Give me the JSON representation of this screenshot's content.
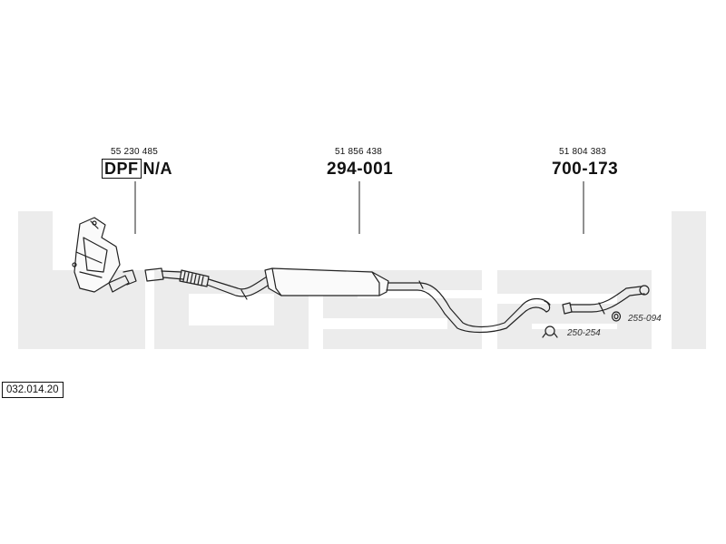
{
  "diagram": {
    "part_number": "032.014.20",
    "watermark": "bosal",
    "components": [
      {
        "id": "dpf",
        "oe": "55 230 485",
        "boxed_label": "DPF",
        "code": "N/A"
      },
      {
        "id": "middle",
        "oe": "51 856 438",
        "code": "294-001"
      },
      {
        "id": "rear",
        "oe": "51 804 383",
        "code": "700-173"
      }
    ],
    "accessories": [
      {
        "id": "clamp",
        "code": "250-254",
        "icon": "clamp-icon"
      },
      {
        "id": "ring",
        "code": "255-094",
        "icon": "rubber-ring-icon"
      }
    ]
  }
}
